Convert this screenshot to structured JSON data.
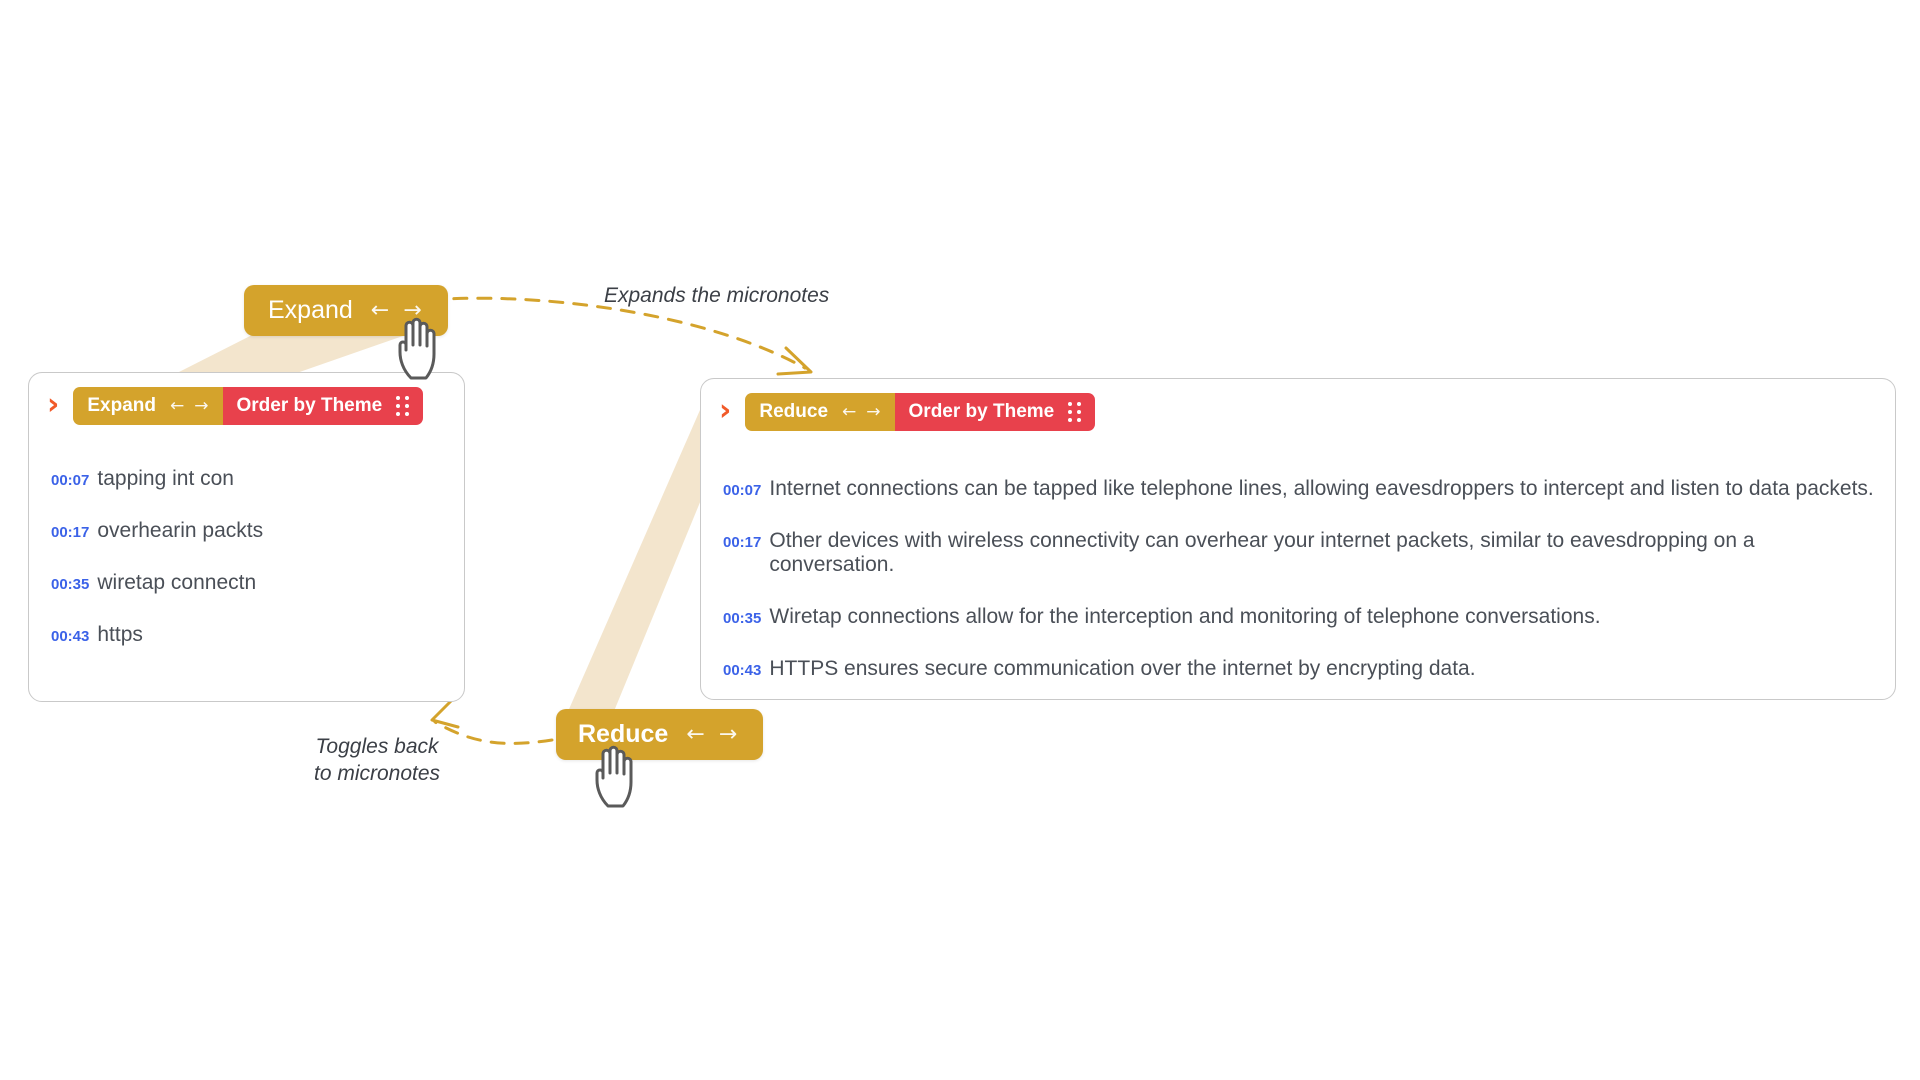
{
  "left_panel": {
    "chevron_icon": "chevron-right-icon",
    "toolbar": {
      "primary_label": "Expand",
      "arrow_left": "←",
      "arrow_right": "→",
      "order_label": "Order by Theme",
      "drag_handle_icon": "drag-handle-dots-icon"
    },
    "notes": [
      {
        "time": "00:07",
        "text": "tapping int con"
      },
      {
        "time": "00:17",
        "text": "overhearin packts"
      },
      {
        "time": "00:35",
        "text": "wiretap connectn"
      },
      {
        "time": "00:43",
        "text": "https"
      }
    ]
  },
  "right_panel": {
    "chevron_icon": "chevron-right-icon",
    "toolbar": {
      "primary_label": "Reduce",
      "arrow_left": "←",
      "arrow_right": "→",
      "order_label": "Order by Theme",
      "drag_handle_icon": "drag-handle-dots-icon"
    },
    "notes": [
      {
        "time": "00:07",
        "text": "Internet connections can be tapped like telephone lines, allowing eavesdroppers to intercept and listen to data packets."
      },
      {
        "time": "00:17",
        "text": "Other devices with wireless connectivity can overhear your internet packets, similar to eavesdropping on a conversation."
      },
      {
        "time": "00:35",
        "text": "Wiretap connections allow for the interception and monitoring of telephone conversations."
      },
      {
        "time": "00:43",
        "text": "HTTPS ensures secure communication over the internet by encrypting data."
      }
    ]
  },
  "callouts": {
    "expand_button": {
      "label": "Expand",
      "arrow_left": "←",
      "arrow_right": "→"
    },
    "reduce_button": {
      "label": "Reduce",
      "arrow_left": "←",
      "arrow_right": "→"
    }
  },
  "annotations": {
    "expands": "Expands the micronotes",
    "toggles": "Toggles back\nto micronotes"
  },
  "colors": {
    "gold": "#d4a32c",
    "red": "#e8414c",
    "chevron_orange": "#f15a29",
    "timestamp_blue": "#3b62e8",
    "ribbon_beige": "#f3e5cd",
    "annotation_arrow": "#d4a32c",
    "panel_border": "#c9c9c9",
    "note_text": "#4a4f57"
  }
}
